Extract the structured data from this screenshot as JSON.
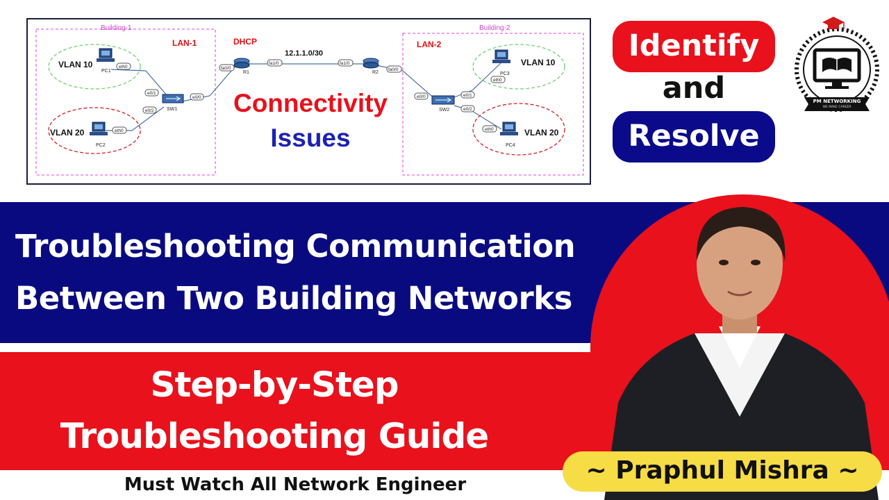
{
  "diagram": {
    "building1": "Building-1",
    "building2": "Building-2",
    "lan1": "LAN-1",
    "lan2": "LAN-2",
    "dhcp": "DHCP",
    "subnet": "12.1.1.0/30",
    "vlan10_left": "VLAN 10",
    "vlan20_left": "VLAN 20",
    "vlan10_right": "VLAN 10",
    "vlan20_right": "VLAN 20",
    "pc1": "PC1",
    "pc2": "PC2",
    "pc3": "PC3",
    "pc4": "PC4",
    "sw1": "SW1",
    "sw2": "SW2",
    "r1": "R1",
    "r2": "R2",
    "if_pc1_eth0": "eth0",
    "if_pc2_eth0": "eth0",
    "if_pc3_eth0": "eth0",
    "if_pc4_eth0": "eth0",
    "if_sw1_e01": "e0/1",
    "if_sw1_e02": "e0/2",
    "if_sw1_e00": "e0/0",
    "if_r1_fa00": "fa0/0",
    "if_r1_fa10": "fa1/0",
    "if_r2_fa10": "fa1/0",
    "if_r2_fa00": "fa0/0",
    "if_sw2_e00": "e0/0",
    "if_sw2_e01": "e0/1",
    "if_sw2_e02": "e0/2",
    "headline1": "Connectivity",
    "headline2": "Issues"
  },
  "badges": {
    "identify": "Identify",
    "and": "and",
    "resolve": "Resolve"
  },
  "logo": {
    "text": "PM NETWORKING",
    "tagline": "WE MAKE CAREER"
  },
  "banner_blue": {
    "line1": "Troubleshooting Communication",
    "line2": "Between Two Building Networks"
  },
  "banner_red": {
    "line1": "Step-by-Step",
    "line2": "Troubleshooting Guide"
  },
  "footer": "Must Watch All Network Engineer",
  "presenter": {
    "name": "~ Praphul Mishra ~"
  },
  "colors": {
    "red": "#e8111c",
    "navy": "#0a0a80",
    "yellow": "#f6dc45",
    "issues_blue": "#1d22b0",
    "building_border": "#e040e0"
  }
}
